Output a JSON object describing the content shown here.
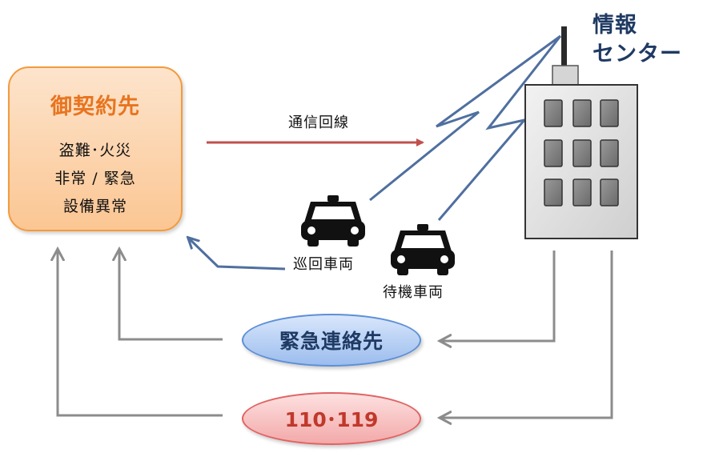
{
  "client": {
    "title": "御契約先",
    "lines": [
      "盗難･火災",
      "非常 / 緊急",
      "設備異常"
    ]
  },
  "center": {
    "line1": "情報",
    "line2": "センター"
  },
  "labels": {
    "comm_line": "通信回線",
    "patrol_vehicle": "巡回車両",
    "standby_vehicle": "待機車両"
  },
  "contacts": {
    "emergency_contact": "緊急連絡先",
    "police_fire": "110･119"
  },
  "colors": {
    "client_border": "#f39a3d",
    "client_title": "#e8741f",
    "comm_arrow": "#c0504d",
    "signal_line": "#4f6f9f",
    "gray_arrow": "#8c8c8c",
    "center_text": "#1f3a63"
  },
  "icons": [
    "car-icon",
    "building-icon",
    "antenna-icon"
  ]
}
